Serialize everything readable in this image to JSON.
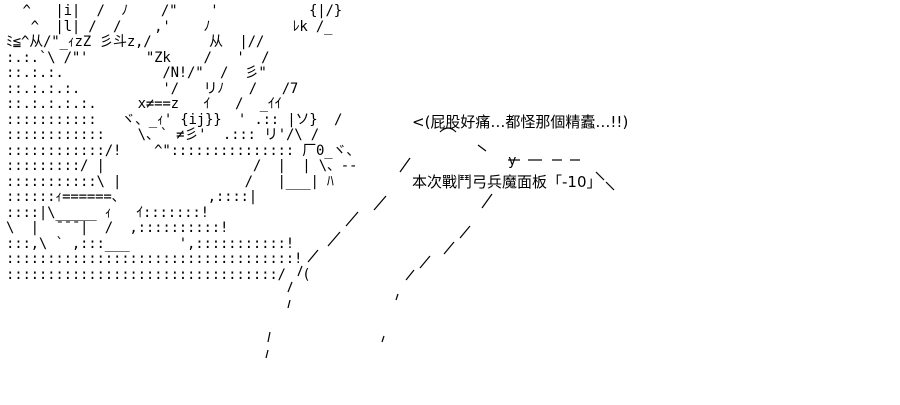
{
  "ascii_art": "  ^   |i|  /  ﾉ    /\"    '           {|/}\n   ^  |l| /  /    ,'    ﾉ          ﾚk /_\nﾐ≦^从/\"_ｨzZ 彡斗z,/       从  |//\n:.:.`\\ /\"'       \"Zk    /   '  /\n::.:.:.            /N!/\"  /  彡\"\n::.:.:.:.          '/   リﾉ   /   /7\n::.:.:.:.:.     x≠==z   ｲ   /  _ｲｲ\n:::::::::::   ヾ、_ｨ' {ij}}  ' .:: |ソ}  /\n::::::::::::    \\、` ≠彡'  .::: リ'/\\ /\n::::::::::::/!    ^\"::::::::::::::: 厂0_ヾ、\n:::::::::/ |                  /  |  | \\、--\n:::::::::::\\ |               /   |___| ﾊ\n::::::ｨ======、          ,::::|\n::::|\\_____ ｨ   ｲ:::::::!\n\\  |  ̄ ̄ ̄ |  /  ,::::::::::!\n:::,\\ ` ,:::___      ',:::::::::::!\n:::::::::::::::::::::::::::::::::::!\n:::::::::::::::::::::::::::::::::/  (",
  "caption": {
    "line1": "<(屁股好痛…都怪那個精蠹…!!)",
    "line2": "本次戰鬥弓兵魔面板「-10」"
  },
  "colors": {
    "background": "#ffffff",
    "text": "#000000"
  }
}
